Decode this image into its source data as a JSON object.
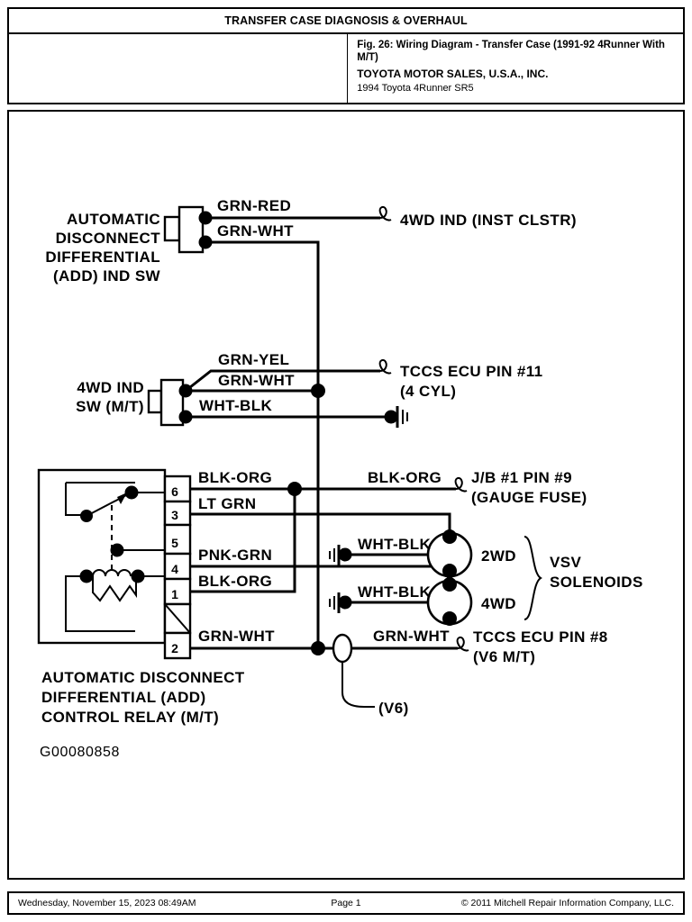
{
  "header": {
    "title": "TRANSFER CASE DIAGNOSIS & OVERHAUL",
    "figure": "Fig. 26: Wiring Diagram - Transfer Case (1991-92 4Runner With M/T)",
    "manufacturer": "TOYOTA MOTOR SALES, U.S.A., INC.",
    "vehicle": "1994 Toyota 4Runner SR5"
  },
  "footer": {
    "date": "Wednesday, November 15, 2023  08:49AM",
    "page": "Page 1",
    "copyright": "© 2011 Mitchell Repair Information Company, LLC."
  },
  "diagram": {
    "image_id": "G00080858",
    "components": {
      "add_ind_sw": {
        "label_lines": [
          "AUTOMATIC",
          "DISCONNECT",
          "DIFFERENTIAL",
          "(ADD) IND SW"
        ]
      },
      "fwd_ind_sw": {
        "label_lines": [
          "4WD IND",
          "SW (M/T)"
        ]
      },
      "add_control_relay": {
        "label_lines": [
          "AUTOMATIC DISCONNECT",
          "DIFFERENTIAL (ADD)",
          "CONTROL RELAY (M/T)"
        ],
        "pins": [
          "6",
          "3",
          "5",
          "4",
          "1",
          "2"
        ]
      },
      "vsv_solenoids": {
        "group_label_lines": [
          "VSV",
          "SOLENOIDS"
        ],
        "items": [
          {
            "name": "2WD",
            "wire": "WHT-BLK"
          },
          {
            "name": "4WD",
            "wire": "WHT-BLK"
          }
        ]
      }
    },
    "wire_labels": {
      "grn_red": "GRN-RED",
      "grn_wht_1": "GRN-WHT",
      "grn_yel": "GRN-YEL",
      "grn_wht_2": "GRN-WHT",
      "wht_blk_1": "WHT-BLK",
      "blk_org_left": "BLK-ORG",
      "blk_org_right": "BLK-ORG",
      "lt_grn": "LT GRN",
      "pnk_grn": "PNK-GRN",
      "blk_org_2": "BLK-ORG",
      "grn_wht_3": "GRN-WHT",
      "grn_wht_4": "GRN-WHT",
      "wht_blk_2wd": "WHT-BLK",
      "wht_blk_4wd": "WHT-BLK"
    },
    "destinations": {
      "ind_cluster": "4WD IND (INST CLSTR)",
      "tccs_pin11_l1": "TCCS ECU PIN #11",
      "tccs_pin11_l2": "(4 CYL)",
      "jb_pin9_l1": "J/B #1 PIN #9",
      "jb_pin9_l2": "(GAUGE FUSE)",
      "tccs_pin8_l1": "TCCS ECU PIN #8",
      "tccs_pin8_l2": "(V6 M/T)",
      "v6_branch": "(V6)"
    }
  }
}
